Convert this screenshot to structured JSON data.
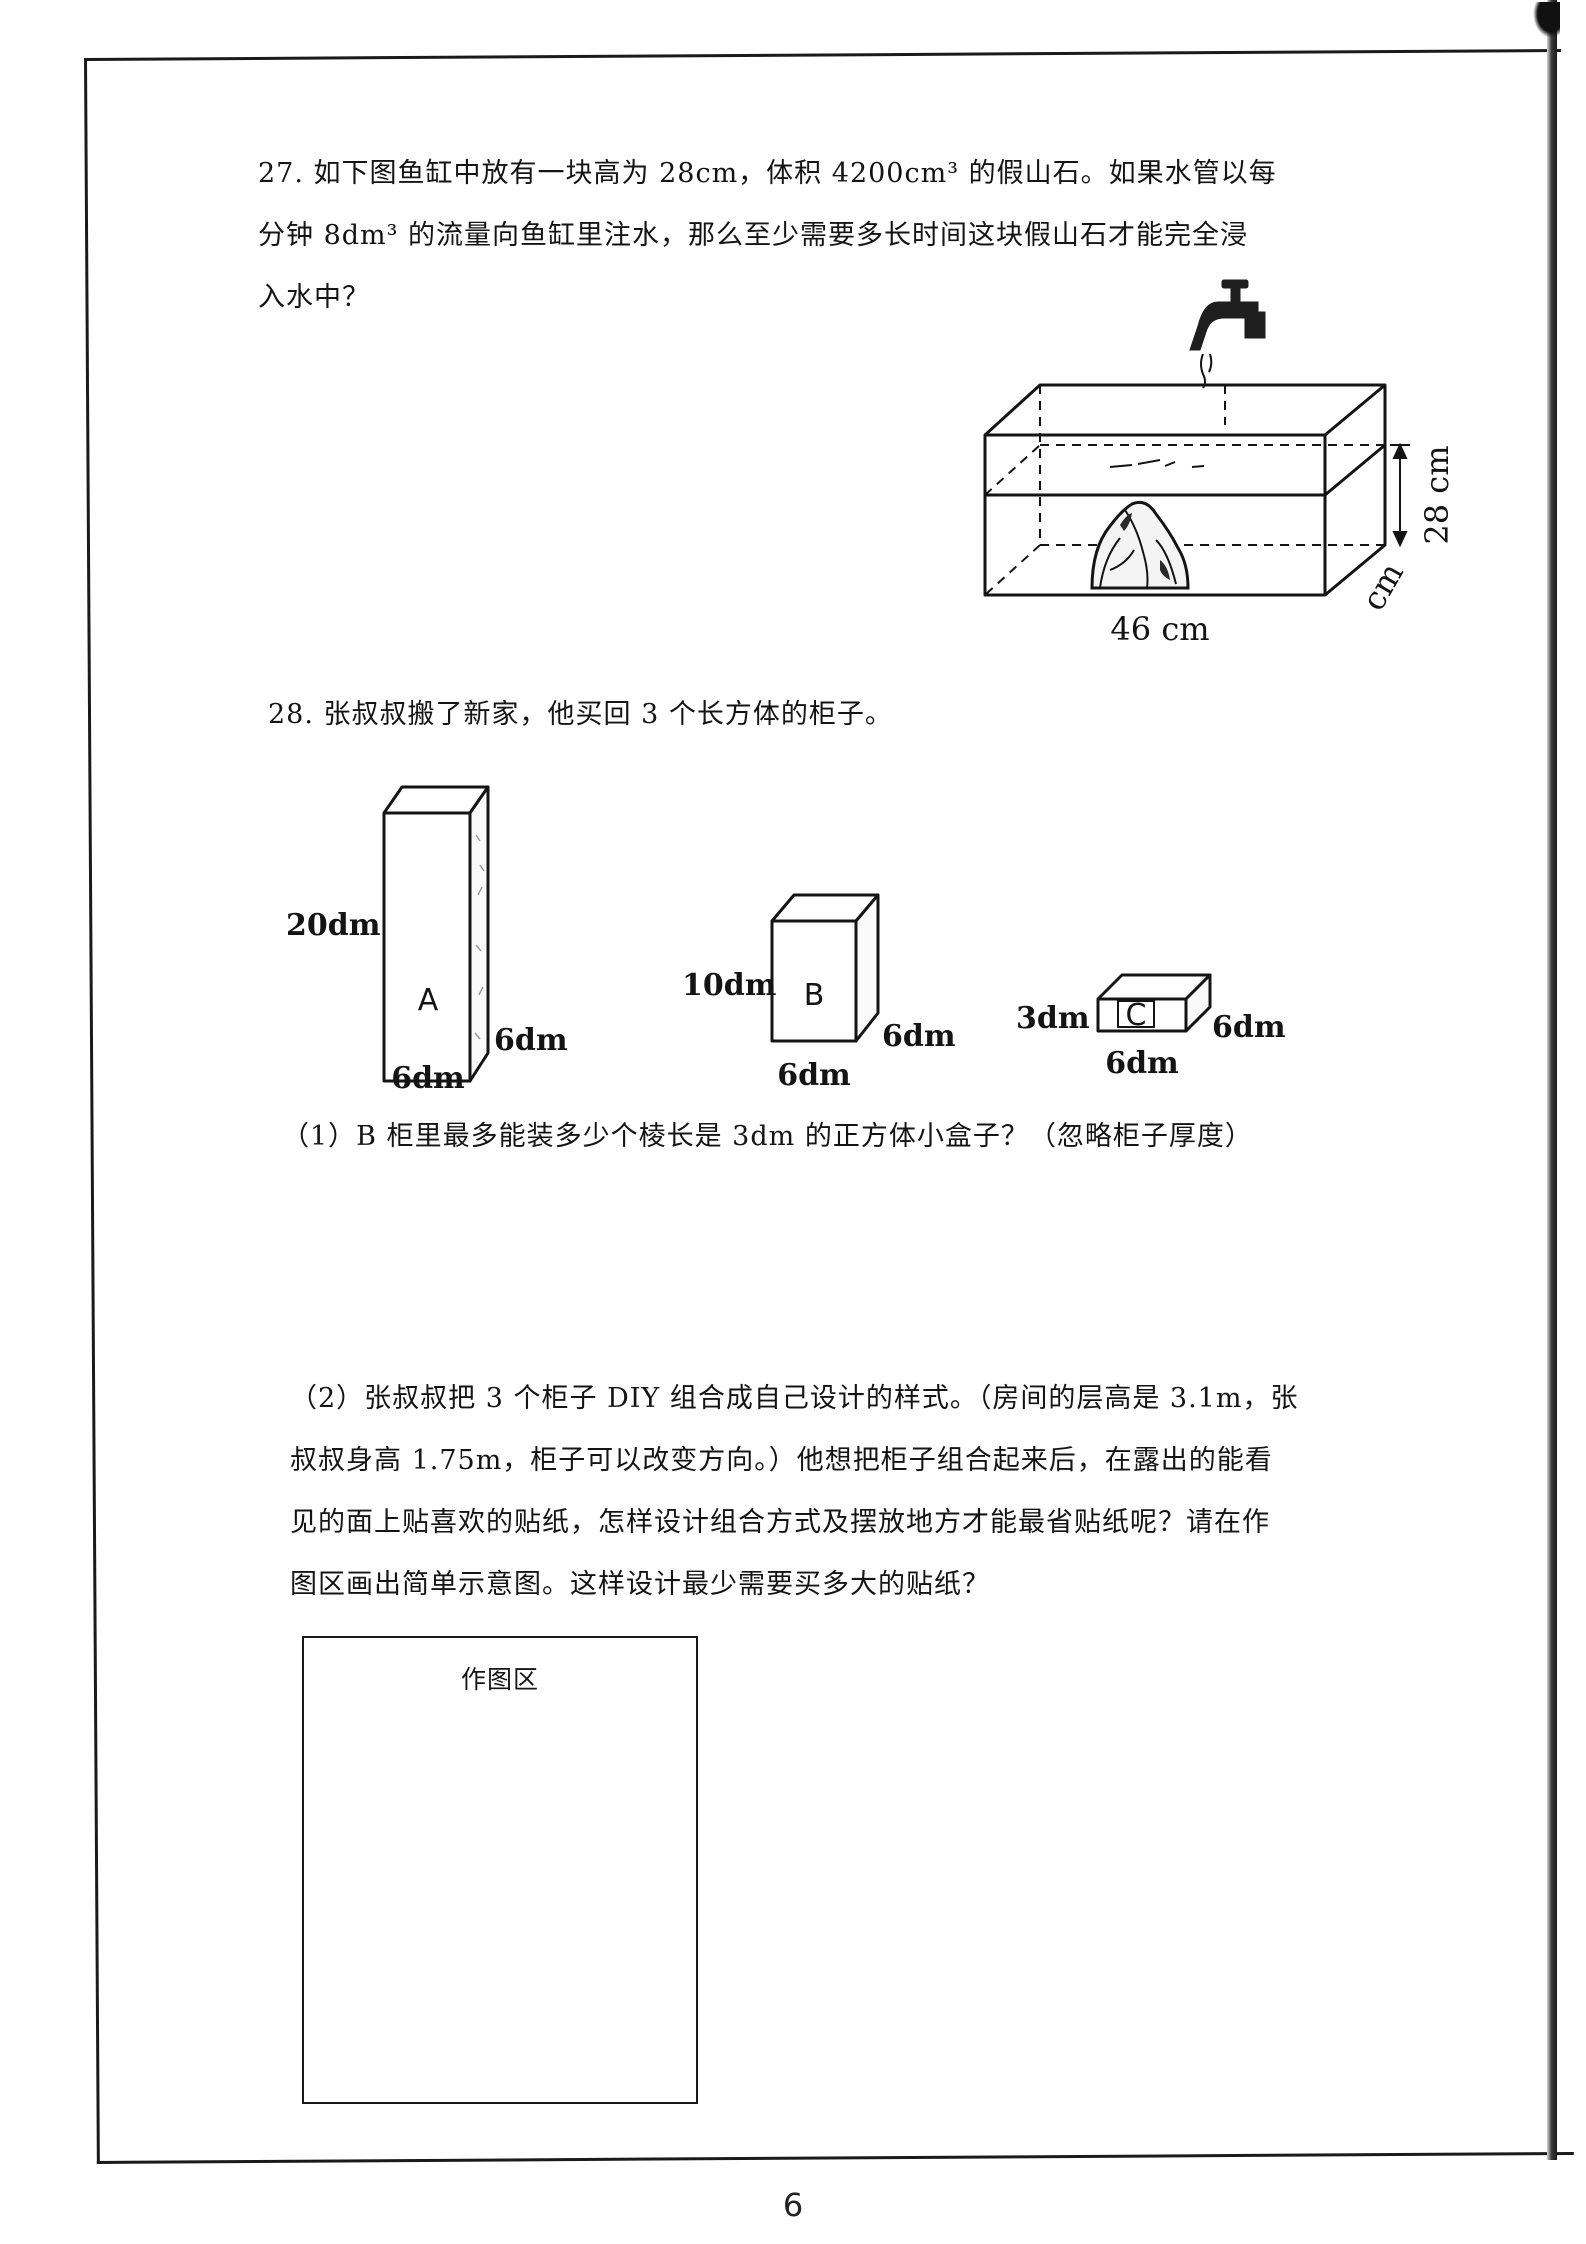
{
  "question_27": {
    "lines": [
      "27. 如下图鱼缸中放有一块高为 28cm，体积 4200cm³ 的假山石。如果水管以每",
      "分钟 8dm³ 的流量向鱼缸里注水，那么至少需要多长时间这块假山石才能完全浸",
      "入水中？"
    ],
    "tank_figure": {
      "height_label": "28 cm",
      "depth_label": "cm",
      "length_label": "46 cm"
    }
  },
  "question_28": {
    "stem": "28.  张叔叔搬了新家，他买回 3 个长方体的柜子。",
    "cabinets": [
      {
        "letter": "A",
        "height": "20dm",
        "depth": "6dm",
        "width": "6dm"
      },
      {
        "letter": "B",
        "height": "10dm",
        "depth": "6dm",
        "width": "6dm"
      },
      {
        "letter": "C",
        "height": "3dm",
        "depth": "6dm",
        "width": "6dm"
      }
    ],
    "part1": "（1）B 柜里最多能装多少个棱长是 3dm 的正方体小盒子？（忽略柜子厚度）",
    "part2_lines": [
      "（2）张叔叔把 3 个柜子 DIY 组合成自己设计的样式。（房间的层高是 3.1m，张",
      "叔叔身高 1.75m，柜子可以改变方向。）他想把柜子组合起来后，在露出的能看",
      "见的面上贴喜欢的贴纸，怎样设计组合方式及摆放地方才能最省贴纸呢？请在作",
      "图区画出简单示意图。这样设计最少需要买多大的贴纸？"
    ],
    "drawing_area_title": "作图区"
  },
  "page_number": "6"
}
